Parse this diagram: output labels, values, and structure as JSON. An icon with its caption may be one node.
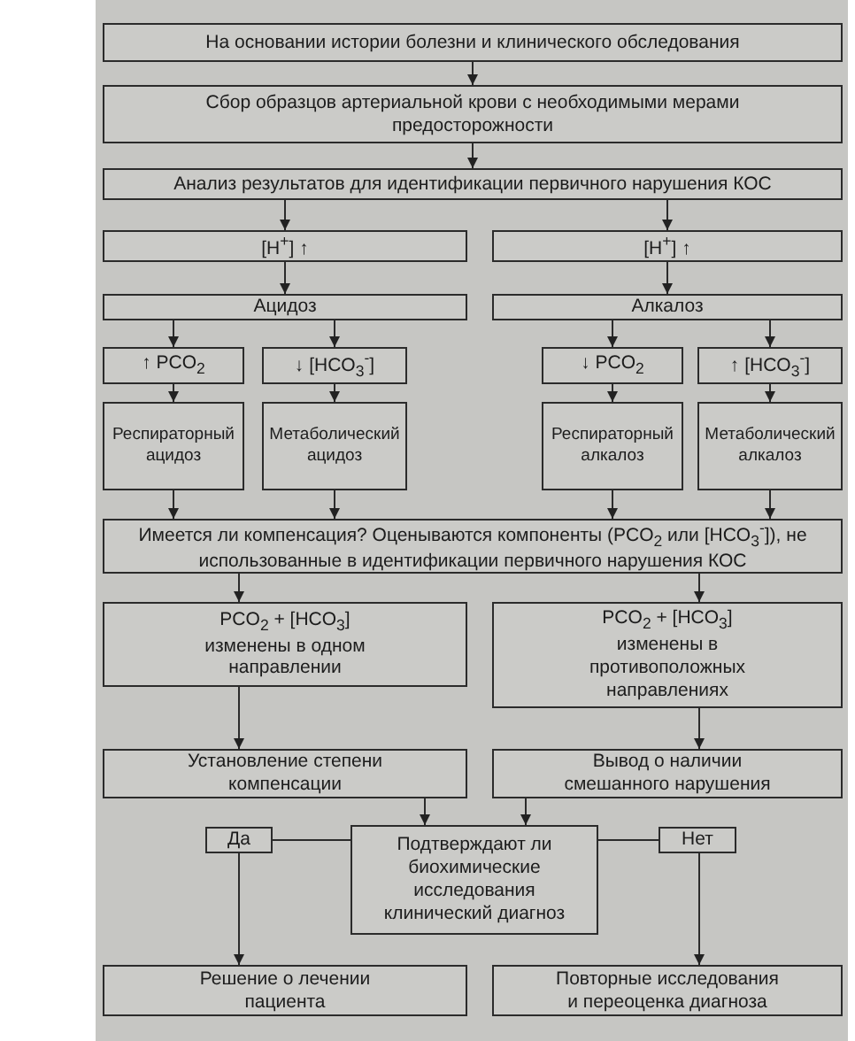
{
  "diagram": {
    "nodes": [
      {
        "text": [
          "На основании истории болезни и клинического обследования"
        ]
      },
      {
        "text": [
          "Сбор образцов артериальной крови с необходимыми мерами предосторожности"
        ]
      },
      {
        "text": [
          "Анализ результатов для идентификации первичного нарушения КОС"
        ]
      },
      {
        "text": [
          "[H$^{+}$] ↑"
        ]
      },
      {
        "text": [
          "[H$^{+}$] ↑"
        ]
      },
      {
        "text": [
          "Ацидоз"
        ]
      },
      {
        "text": [
          "Алкалоз"
        ]
      },
      {
        "text": [
          "↑ PCO$_{2}$"
        ]
      },
      {
        "text": [
          "↓ [HCO$_{3}$$^{-}$]"
        ]
      },
      {
        "text": [
          "↓ PCO$_{2}$"
        ]
      },
      {
        "text": [
          "↑ [HCO$_{3}$$^{-}$]"
        ]
      },
      {
        "text": [
          "Респираторный ацидоз"
        ]
      },
      {
        "text": [
          "Метаболический ацидоз"
        ]
      },
      {
        "text": [
          "Респираторный алкалоз"
        ]
      },
      {
        "text": [
          "Метаболический алкалоз"
        ]
      },
      {
        "text": [
          "Имеется ли компенсация? Оценываются компоненты (PCO$_{2}$ или [HCO$_{3}$$^{-}$]), не использованные в идентификации первичного нарушения КОС"
        ]
      },
      {
        "text": [
          "PCO$_{2}$ + [HCO$_{3}$] изменены в одном направлении"
        ]
      },
      {
        "text": [
          "PCO$_{2}$ + [HCO$_{3}$] изменены в противоположных направлениях"
        ]
      },
      {
        "text": [
          "Установление степени компенсации"
        ]
      },
      {
        "text": [
          "Вывод о наличии смешанного нарушения"
        ]
      },
      {
        "text": [
          "Да"
        ]
      },
      {
        "text": [
          "Подтверждают ли биохимические исследования клинический диагноз"
        ]
      },
      {
        "text": [
          "Нет"
        ]
      },
      {
        "text": [
          "Решение о лечении пациента"
        ]
      },
      {
        "text": [
          "Повторные исследования и переоценка диагноза"
        ]
      }
    ],
    "edges": [
      {
        "from": 0,
        "to": 1,
        "arrow": "to"
      },
      {
        "from": 1,
        "to": 2,
        "arrow": "to"
      },
      {
        "from": 2,
        "to": 3,
        "arrow": "to"
      },
      {
        "from": 2,
        "to": 4,
        "arrow": "to"
      },
      {
        "from": 3,
        "to": 5,
        "arrow": "to"
      },
      {
        "from": 4,
        "to": 6,
        "arrow": "to"
      },
      {
        "from": 5,
        "to": 7,
        "arrow": "to"
      },
      {
        "from": 5,
        "to": 8,
        "arrow": "to"
      },
      {
        "from": 6,
        "to": 9,
        "arrow": "to"
      },
      {
        "from": 6,
        "to": 10,
        "arrow": "to"
      },
      {
        "from": 7,
        "to": 11,
        "arrow": "to"
      },
      {
        "from": 8,
        "to": 12,
        "arrow": "to"
      },
      {
        "from": 9,
        "to": 13,
        "arrow": "to"
      },
      {
        "from": 10,
        "to": 14,
        "arrow": "to"
      },
      {
        "from": 11,
        "to": 15,
        "arrow": "to"
      },
      {
        "from": 12,
        "to": 15,
        "arrow": "to"
      },
      {
        "from": 13,
        "to": 15,
        "arrow": "to"
      },
      {
        "from": 14,
        "to": 15,
        "arrow": "to"
      },
      {
        "from": 15,
        "to": 16,
        "arrow": "to"
      },
      {
        "from": 15,
        "to": 17,
        "arrow": "to"
      },
      {
        "from": 16,
        "to": 18,
        "arrow": "to"
      },
      {
        "from": 17,
        "to": 19,
        "arrow": "to"
      },
      {
        "from": 18,
        "to": 21,
        "arrow": "to"
      },
      {
        "from": 19,
        "to": 21,
        "arrow": "to"
      },
      {
        "from": 21,
        "to": 20,
        "arrow": "none"
      },
      {
        "from": 21,
        "to": 22,
        "arrow": "none"
      },
      {
        "from": 20,
        "to": 23,
        "arrow": "to"
      },
      {
        "from": 22,
        "to": 24,
        "arrow": "to"
      }
    ]
  }
}
